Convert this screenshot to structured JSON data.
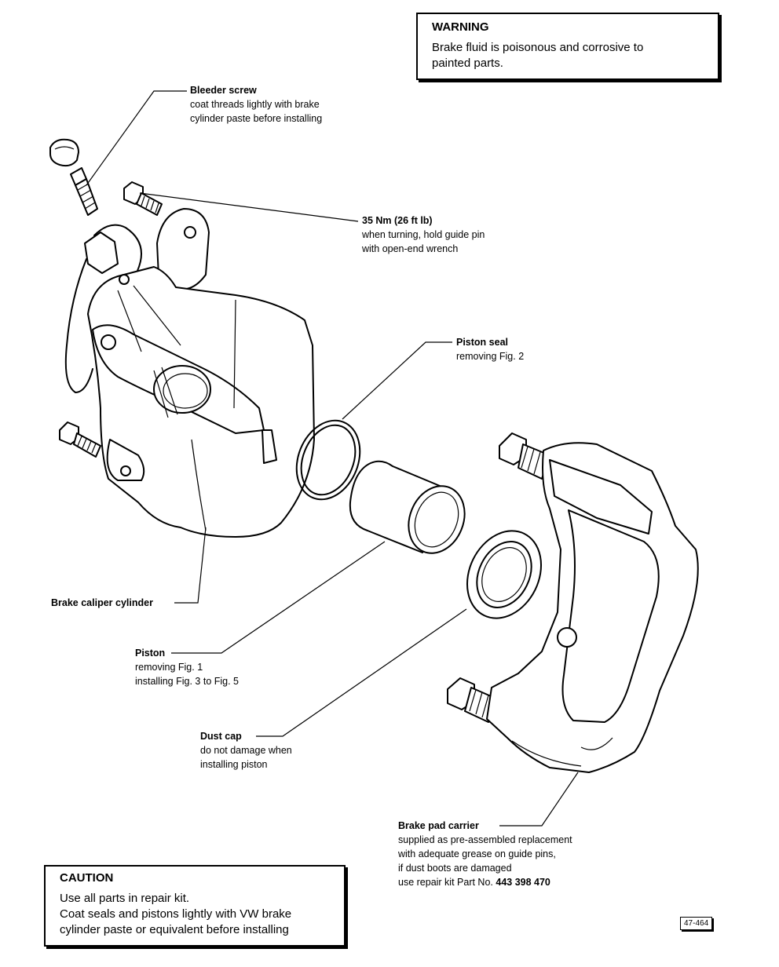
{
  "warning": {
    "title": "WARNING",
    "lines": [
      "Brake fluid is poisonous and corrosive to",
      "painted parts."
    ]
  },
  "caution": {
    "title": "CAUTION",
    "lines": [
      "Use all parts in repair kit.",
      "Coat seals and pistons lightly with VW brake",
      "cylinder paste or equivalent before installing"
    ]
  },
  "labels": {
    "bleeder": {
      "title": "Bleeder screw",
      "lines": [
        "coat threads lightly with brake",
        "cylinder paste before installing"
      ]
    },
    "torque": {
      "title": "35 Nm (26 ft lb)",
      "lines": [
        "when turning, hold guide pin",
        "with open-end wrench"
      ]
    },
    "piston_seal": {
      "title": "Piston seal",
      "lines": [
        "removing Fig. 2"
      ]
    },
    "caliper": {
      "title": "Brake caliper cylinder"
    },
    "piston": {
      "title": "Piston",
      "lines": [
        "removing Fig. 1",
        "installing Fig. 3 to Fig. 5"
      ]
    },
    "dust_cap": {
      "title": "Dust cap",
      "lines": [
        "do not damage when",
        "installing piston"
      ]
    },
    "carrier": {
      "title": "Brake pad carrier",
      "lines": [
        "supplied as pre-assembled replacement",
        "with adequate grease on guide pins,",
        "if dust boots are damaged"
      ],
      "kit_prefix": "use repair kit Part No.",
      "kit_part_no": "443 398 470"
    }
  },
  "figure_number": "47-464"
}
